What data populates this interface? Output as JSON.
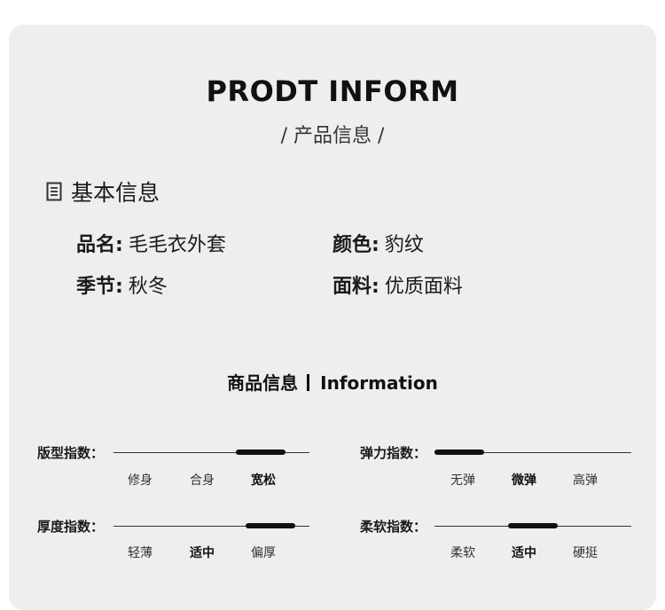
{
  "header": {
    "title": "PRODT INFORM",
    "subtitle": "/ 产品信息 /"
  },
  "basic": {
    "icon": "document-icon",
    "title": "基本信息",
    "fields": [
      {
        "key": "品名",
        "value": "毛毛衣外套"
      },
      {
        "key": "颜色",
        "value": "豹纹"
      },
      {
        "key": "季节",
        "value": "秋冬"
      },
      {
        "key": "面料",
        "value": "优质面料"
      }
    ]
  },
  "info": {
    "title_cn": "商品信息",
    "title_en": "Information"
  },
  "gauges": [
    {
      "label": "版型指数：",
      "options": [
        "修身",
        "合身",
        "宽松"
      ],
      "selected": 2,
      "level": 0.75
    },
    {
      "label": "弹力指数：",
      "options": [
        "无弹",
        "微弹",
        "高弹"
      ],
      "selected": 1,
      "level": 0.1
    },
    {
      "label": "厚度指数：",
      "options": [
        "轻薄",
        "适中",
        "偏厚"
      ],
      "selected": 1,
      "level": 0.8
    },
    {
      "label": "柔软指数：",
      "options": [
        "柔软",
        "适中",
        "硬挺"
      ],
      "selected": 1,
      "level": 0.5
    }
  ]
}
